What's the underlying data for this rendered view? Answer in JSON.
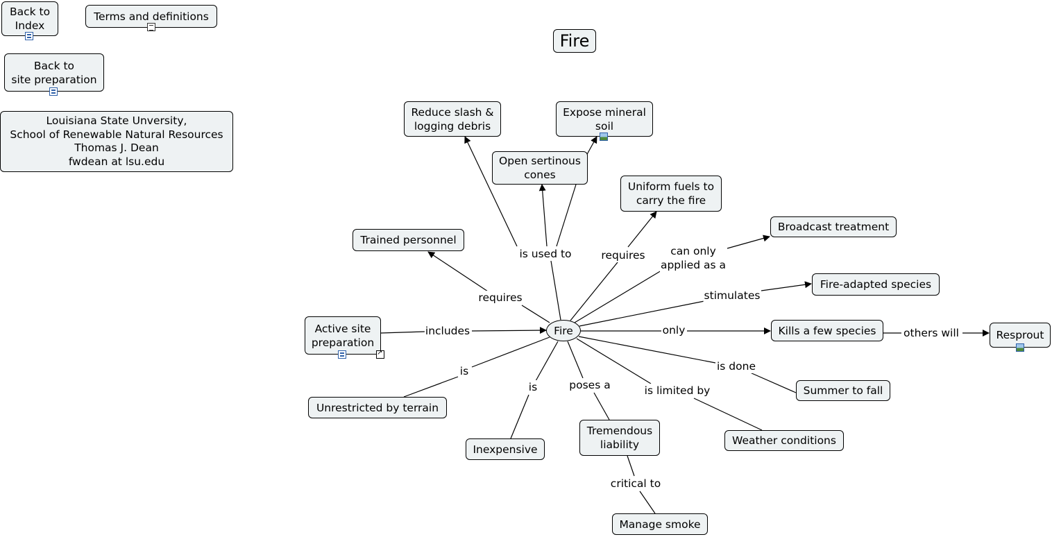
{
  "nodes": {
    "back_index": "Back to\nIndex",
    "terms": "Terms and definitions",
    "back_site": "Back to\nsite preparation",
    "credits": "Louisiana State Unversity,\nSchool of Renewable Natural Resources\nThomas J. Dean\nfwdean at lsu.edu",
    "title": "Fire",
    "fire": "Fire",
    "reduce_slash": "Reduce slash &\nlogging debris",
    "expose_soil": "Expose mineral\nsoil",
    "open_cones": "Open sertinous\ncones",
    "uniform_fuels": "Uniform fuels to\ncarry the fire",
    "broadcast": "Broadcast treatment",
    "trained": "Trained personnel",
    "fire_adapted": "Fire-adapted species",
    "active_site": "Active site\npreparation",
    "kills": "Kills a few species",
    "resprout": "Resprout",
    "unrestricted": "Unrestricted by terrain",
    "summer": "Summer to fall",
    "inexpensive": "Inexpensive",
    "liability": "Tremendous\nliability",
    "weather": "Weather conditions",
    "smoke": "Manage smoke"
  },
  "links": {
    "is_used_to": "is used to",
    "requires_fuels": "requires",
    "can_only": "can only\napplied as a",
    "requires_personnel": "requires",
    "stimulates": "stimulates",
    "includes": "includes",
    "only": "only",
    "others_will": "others will",
    "is_terrain": "is",
    "is_done": "is done",
    "is_inexpensive": "is",
    "poses_a": "poses a",
    "is_limited_by": "is limited by",
    "critical_to": "critical to"
  },
  "icons": [
    "map-icon",
    "document-icon",
    "image-icon",
    "external-link-icon"
  ]
}
